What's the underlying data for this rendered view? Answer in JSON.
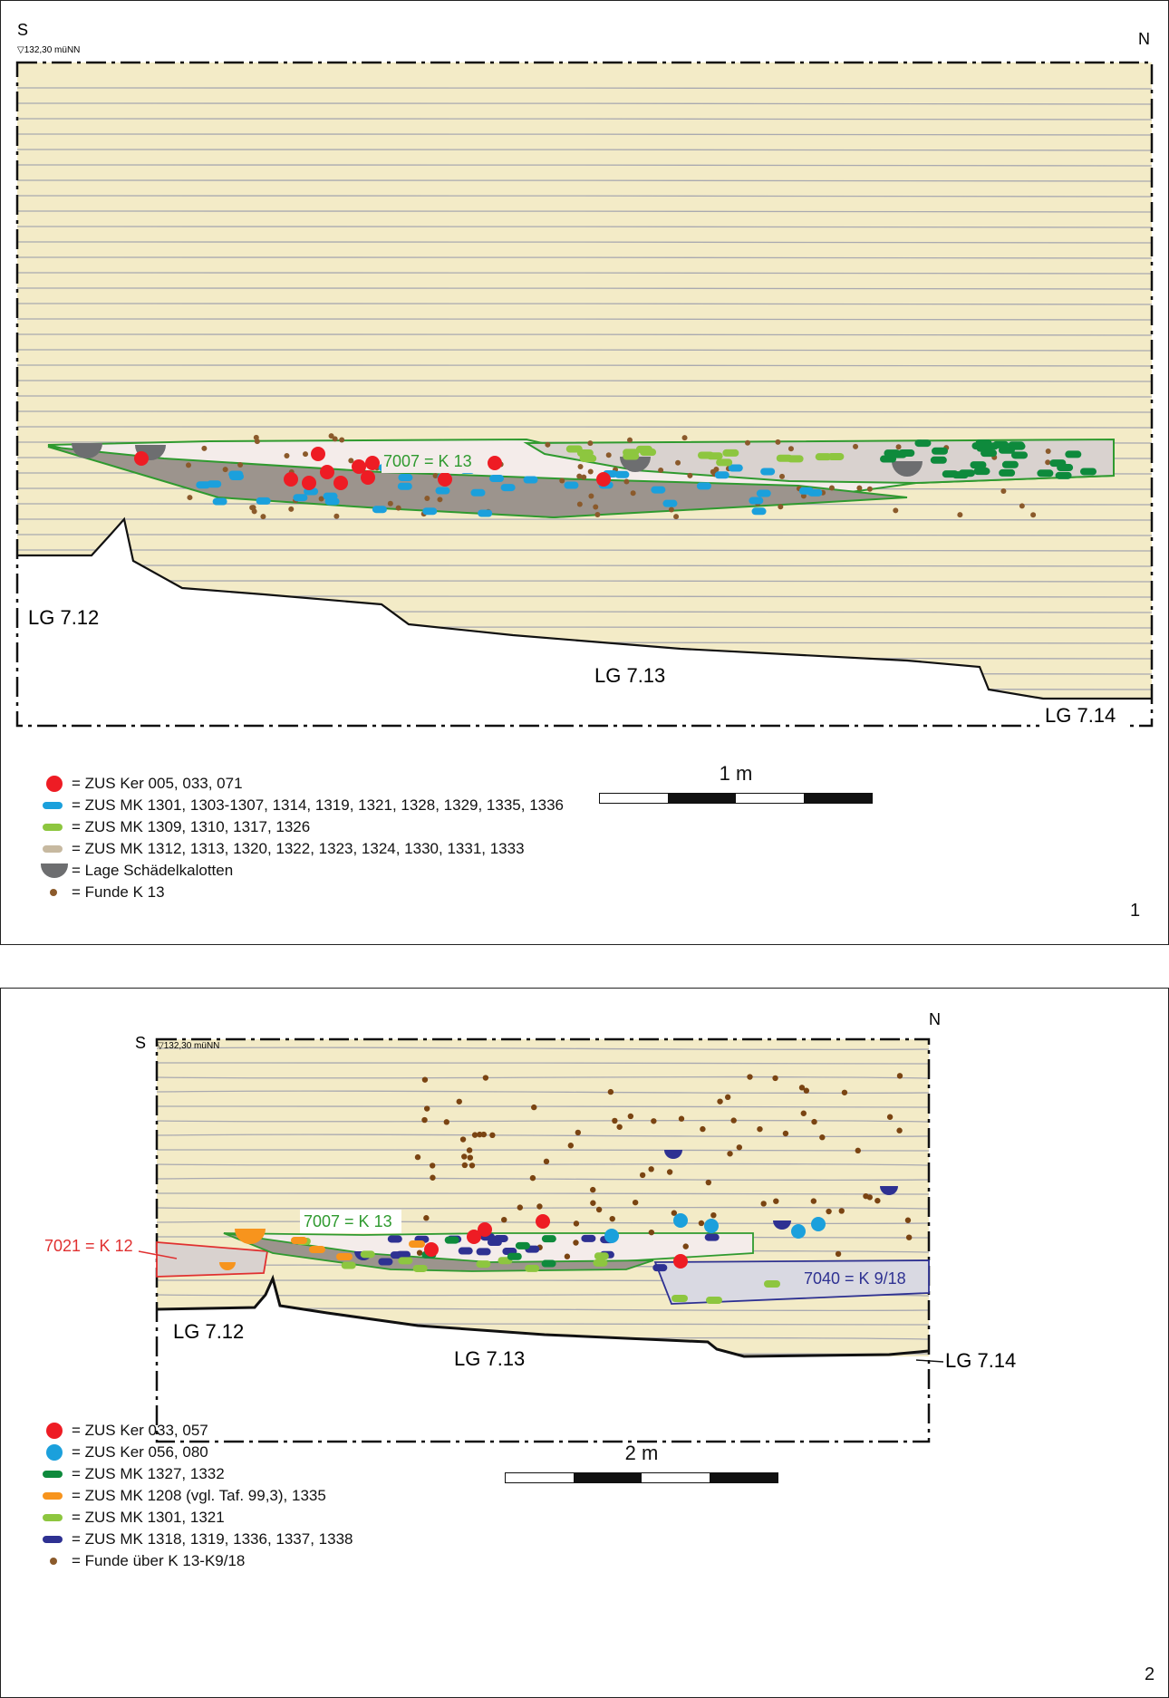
{
  "panel1": {
    "south": "S",
    "north": "N",
    "elevation": "▽132,30 müNN",
    "feature_label": "7007 = K 13",
    "layers": [
      "LG 7.12",
      "LG 7.13",
      "LG 7.14"
    ],
    "scale_label": "1 m",
    "panel_number": "1",
    "legend": [
      {
        "symbol": "red-dot-icon",
        "color": "#ee1c24",
        "text": "= ZUS Ker 005, 033, 071"
      },
      {
        "symbol": "blue-bar-icon",
        "color": "#1ba0dc",
        "text": "= ZUS MK 1301, 1303-1307, 1314, 1319, 1321, 1328, 1329, 1335, 1336"
      },
      {
        "symbol": "lightgreen-bar-icon",
        "color": "#8dc63f",
        "text": "= ZUS MK 1309, 1310, 1317, 1326"
      },
      {
        "symbol": "beige-bar-icon",
        "color": "#c7b9a0",
        "text": "= ZUS MK 1312, 1313, 1320, 1322, 1323, 1324, 1330, 1331, 1333"
      },
      {
        "symbol": "skull-cap-icon",
        "color": "#6d6e70",
        "text": "= Lage Schädelkalotten"
      },
      {
        "symbol": "brown-dot-icon",
        "color": "#8b5a2b",
        "text": "= Funde K 13"
      }
    ]
  },
  "panel2": {
    "south": "S",
    "north": "N",
    "elevation": "▽132,30 müNN",
    "feature_labels": {
      "k13": "7007 = K 13",
      "k12": "7021 = K 12",
      "k918": "7040 = K 9/18"
    },
    "layers": [
      "LG 7.12",
      "LG 7.13",
      "LG 7.14"
    ],
    "scale_label": "2 m",
    "panel_number": "2",
    "legend": [
      {
        "symbol": "red-dot-icon",
        "color": "#ee1c24",
        "text": "= ZUS Ker 033, 057"
      },
      {
        "symbol": "cyan-dot-icon",
        "color": "#1ba0dc",
        "text": "= ZUS Ker 056, 080"
      },
      {
        "symbol": "darkgreen-bar-icon",
        "color": "#0e8a3c",
        "text": "= ZUS MK 1327, 1332"
      },
      {
        "symbol": "orange-bar-icon",
        "color": "#f7941d",
        "text": "= ZUS MK 1208 (vgl. Taf. 99,3), 1335"
      },
      {
        "symbol": "lightgreen-bar-icon",
        "color": "#8dc63f",
        "text": "= ZUS MK 1301, 1321"
      },
      {
        "symbol": "navy-bar-icon",
        "color": "#2e3192",
        "text": "= ZUS MK 1318, 1319, 1336, 1337, 1338"
      },
      {
        "symbol": "brown-dot-icon",
        "color": "#8b5a2b",
        "text": "= Funde über K 13-K9/18"
      }
    ]
  }
}
